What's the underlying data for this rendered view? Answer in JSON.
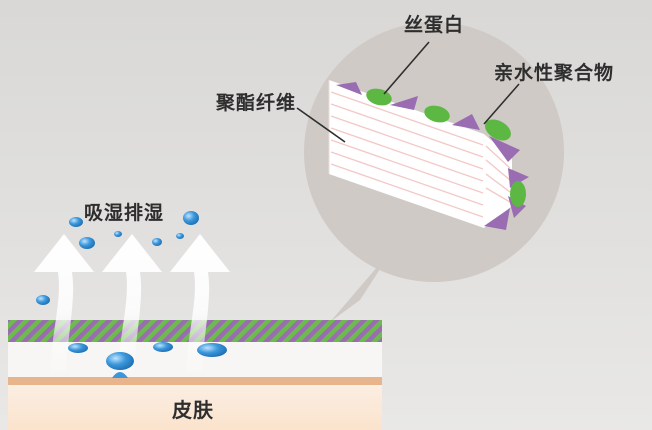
{
  "labels": {
    "silk_protein": "丝蛋白",
    "hydrophilic_polymer": "亲水性聚合物",
    "polyester_fiber": "聚酯纤维",
    "wicking": "吸湿排湿",
    "skin": "皮肤"
  },
  "colors": {
    "background": "#dcdbd9",
    "magnifier_circle": "#cfcac6",
    "fiber_white": "#ffffff",
    "fiber_lines": "#f3c9c7",
    "silk_green": "#5db843",
    "polymer_purple": "#9a6cb2",
    "water_blue": "#3b97db",
    "skin_tan": "#e7b48c",
    "text": "#2e2e2e"
  },
  "icons": [
    "wicking-arrow-icon",
    "water-droplet-icon",
    "sweat-droplet-icon"
  ]
}
